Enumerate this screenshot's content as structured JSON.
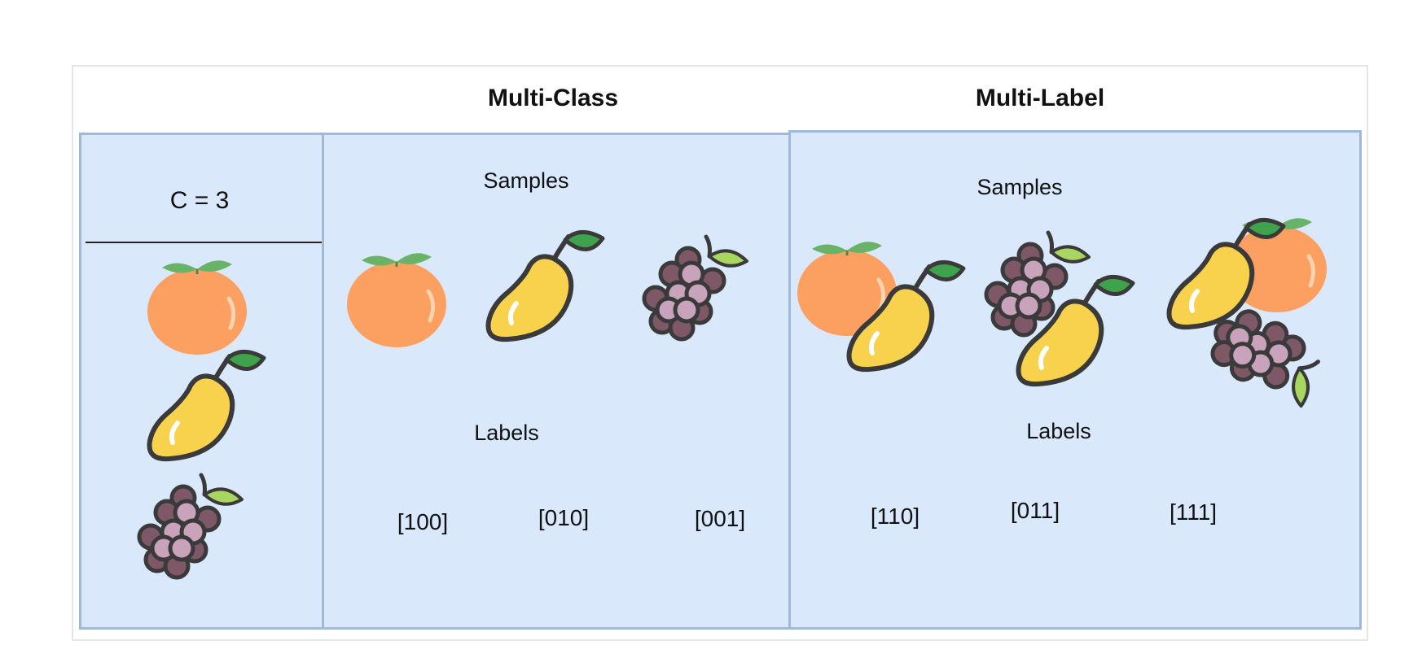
{
  "headings": {
    "multi_class": "Multi-Class",
    "multi_label": "Multi-Label"
  },
  "classes_panel": {
    "count_text": "C = 3",
    "fruits": [
      "orange",
      "mango",
      "grapes"
    ]
  },
  "multi_class": {
    "samples_title": "Samples",
    "labels_title": "Labels",
    "samples": [
      [
        "orange"
      ],
      [
        "mango"
      ],
      [
        "grapes"
      ]
    ],
    "labels": [
      "[100]",
      "[010]",
      "[001]"
    ]
  },
  "multi_label": {
    "samples_title": "Samples",
    "labels_title": "Labels",
    "samples": [
      [
        "orange",
        "mango"
      ],
      [
        "grapes",
        "mango"
      ],
      [
        "mango",
        "orange",
        "grapes"
      ]
    ],
    "labels": [
      "[110]",
      "[011]",
      "[111]"
    ]
  },
  "colors": {
    "panel_fill": "#dae8fc",
    "panel_border": "#9fb8dc",
    "orange": "#fba060",
    "mango": "#f8d24c",
    "grape": "#c9a3bc",
    "grape_dark": "#7f5868",
    "leaf": "#3fa34d",
    "leaf_light": "#a8d660",
    "outline": "#3a3a3a"
  }
}
